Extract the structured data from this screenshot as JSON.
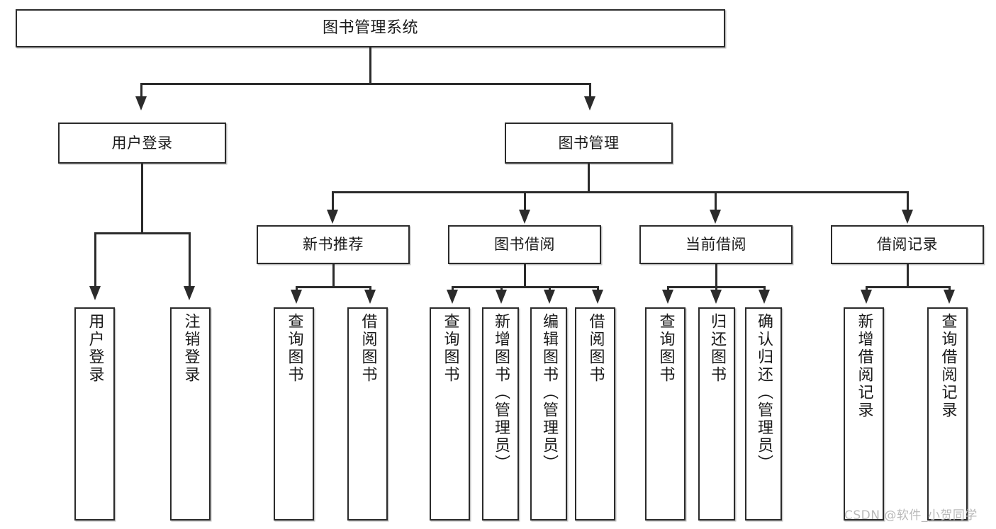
{
  "diagram": {
    "type": "tree-hierarchy-chart",
    "title": "图书管理系统",
    "root": {
      "label": "图书管理系统"
    },
    "level2": [
      {
        "label": "用户登录"
      },
      {
        "label": "图书管理"
      }
    ],
    "level3": [
      {
        "label": "新书推荐"
      },
      {
        "label": "图书借阅"
      },
      {
        "label": "当前借阅"
      },
      {
        "label": "借阅记录"
      }
    ],
    "leaves": {
      "user_login": [
        {
          "label": "用户登录"
        },
        {
          "label": "注销登录"
        }
      ],
      "new_book_recommend": [
        {
          "label": "查询图书"
        },
        {
          "label": "借阅图书"
        }
      ],
      "book_borrow": [
        {
          "label": "查询图书"
        },
        {
          "label": "新增图书（管理员）"
        },
        {
          "label": "编辑图书（管理员）"
        },
        {
          "label": "借阅图书"
        }
      ],
      "current_borrow": [
        {
          "label": "查询图书"
        },
        {
          "label": "归还图书"
        },
        {
          "label": "确认归还（管理员）"
        }
      ],
      "borrow_record": [
        {
          "label": "新增借阅记录"
        },
        {
          "label": "查询借阅记录"
        }
      ]
    }
  },
  "watermark": {
    "text": "CSDN @软件_小贺同学"
  },
  "colors": {
    "stroke": "#2b2b2b",
    "fill": "#ffffff",
    "text": "#1a1a1a",
    "watermark": "#b9b9b9"
  }
}
